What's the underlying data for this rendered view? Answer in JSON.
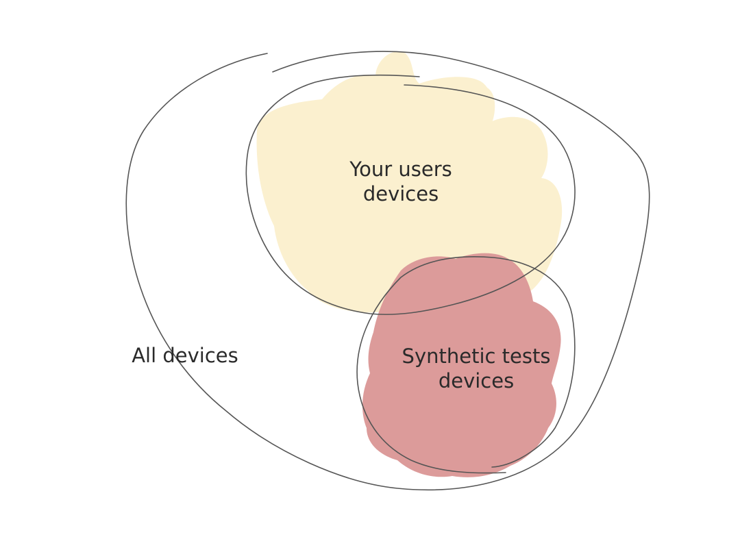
{
  "colors": {
    "background": "#ffffff",
    "users_fill": "#fbf0cf",
    "synthetic_fill": "#dc9b9a",
    "outline": "#555555",
    "text": "#2a2a2a"
  },
  "regions": {
    "all_devices": {
      "label": "All devices"
    },
    "users_devices": {
      "label_line1": "Your users",
      "label_line2": "devices"
    },
    "synthetic_devices": {
      "label_line1": "Synthetic tests",
      "label_line2": "devices"
    }
  }
}
